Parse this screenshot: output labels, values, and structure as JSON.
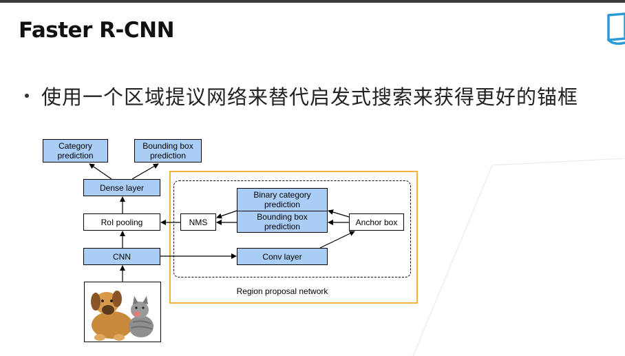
{
  "slide": {
    "title": "Faster R-CNN",
    "bullet": "使用一个区域提议网络来替代启发式搜索来获得更好的锚框"
  },
  "diagram": {
    "category_prediction": "Category\nprediction",
    "bounding_box_prediction": "Bounding box\nprediction",
    "dense_layer": "Dense layer",
    "roi_pooling": "RoI pooling",
    "cnn": "CNN",
    "nms": "NMS",
    "binary_category_prediction": "Binary category\nprediction",
    "rpn_bounding_box_prediction": "Bounding box\nprediction",
    "anchor_box": "Anchor box",
    "conv_layer": "Conv layer",
    "region_proposal_network": "Region proposal network"
  },
  "colors": {
    "box_blue": "#a9cdf5",
    "rpn_border": "#f5b33e",
    "logo_blue": "#2a9bd8"
  },
  "icons": {
    "logo": "book-logo-icon"
  }
}
